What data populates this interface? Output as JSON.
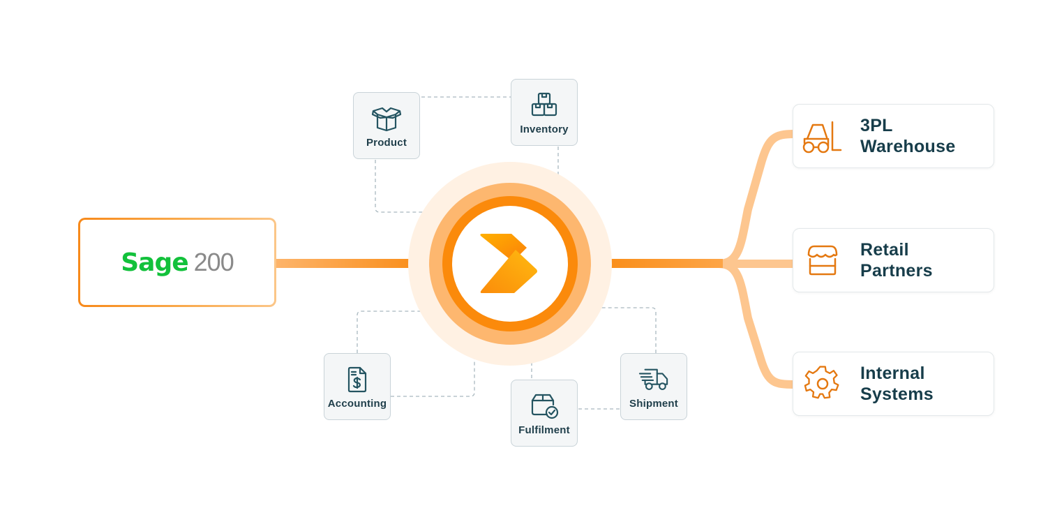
{
  "source": {
    "brand_word": "Sage",
    "brand_number": "200",
    "brand_color": "#12c13b",
    "number_color": "#8a8a8a"
  },
  "hub": {
    "icon": "chevron-arrow-logo-icon",
    "colors": {
      "outer_halo": "#fff1e3",
      "ring_light": "#fdb76f",
      "ring_dark": "#fb8a0b",
      "logo_start": "#ffb300",
      "logo_end": "#fb8a0b"
    }
  },
  "modules": [
    {
      "label": "Product",
      "icon": "open-box-icon"
    },
    {
      "label": "Inventory",
      "icon": "stacked-boxes-icon"
    },
    {
      "label": "Accounting",
      "icon": "invoice-dollar-icon"
    },
    {
      "label": "Fulfilment",
      "icon": "box-checkmark-icon"
    },
    {
      "label": "Shipment",
      "icon": "delivery-truck-icon"
    }
  ],
  "targets": [
    {
      "line1": "3PL",
      "line2": "Warehouse",
      "icon": "forklift-icon"
    },
    {
      "line1": "Retail",
      "line2": "Partners",
      "icon": "storefront-icon"
    },
    {
      "line1": "Internal",
      "line2": "Systems",
      "icon": "gear-icon"
    }
  ],
  "colors": {
    "accent_orange": "#f7891a",
    "branch_orange": "#fdc68f",
    "module_text": "#1f3e4a",
    "target_text": "#173d4a",
    "dashed_line": "#9fb0b8"
  }
}
